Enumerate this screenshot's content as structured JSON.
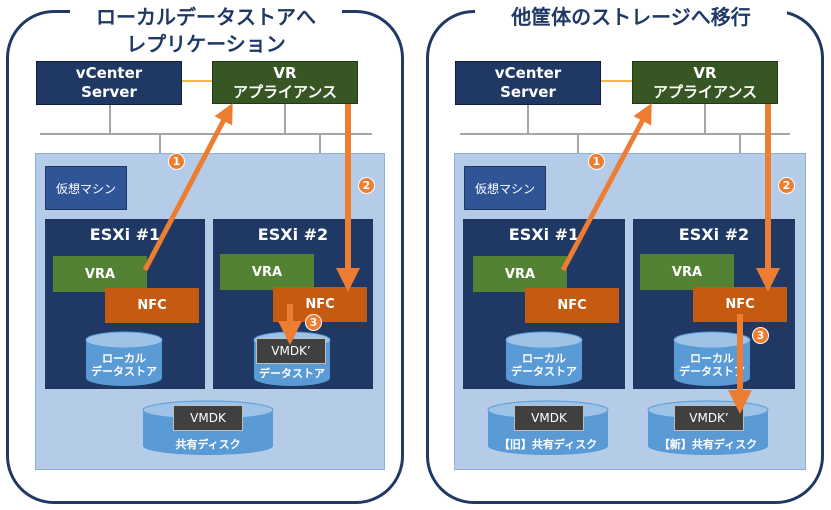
{
  "left": {
    "title_line1": "ローカルデータストアへ",
    "title_line2": "レプリケーション",
    "vcenter": "vCenter\nServer",
    "vr_appliance": "VR\nアプライアンス",
    "vm_label": "仮想マシン",
    "esxi1": "ESXi #1",
    "esxi2": "ESXi #2",
    "vra": "VRA",
    "nfc1": "NFC",
    "nfc2": "NFC",
    "local_ds": "ローカル\nデータストア",
    "vmdk_prime": "VMDK’",
    "ds_label": "データストア",
    "vmdk": "VMDK",
    "shared_disk": "共有ディスク",
    "steps": [
      "1",
      "2",
      "3"
    ]
  },
  "right": {
    "title": "他筐体のストレージへ移行",
    "vcenter": "vCenter\nServer",
    "vr_appliance": "VR\nアプライアンス",
    "vm_label": "仮想マシン",
    "esxi1": "ESXi #1",
    "esxi2": "ESXi #2",
    "vra1": "VRA",
    "vra2": "VRA",
    "nfc1": "NFC",
    "nfc2": "NFC",
    "local_ds1": "ローカル\nデータストア",
    "local_ds2": "ローカル\nデータストア",
    "vmdk_old": "VMDK",
    "old_disk": "【旧】共有ディスク",
    "vmdk_new": "VMDK’",
    "new_disk": "【新】共有ディスク",
    "steps": [
      "1",
      "2",
      "3"
    ]
  },
  "colors": {
    "navy": "#1f3864",
    "green_dark": "#375623",
    "green": "#548235",
    "orange": "#c55a11",
    "arrow": "#ed7d31",
    "vm_area": "#b4cce8",
    "disk": "#5b9bd5"
  }
}
